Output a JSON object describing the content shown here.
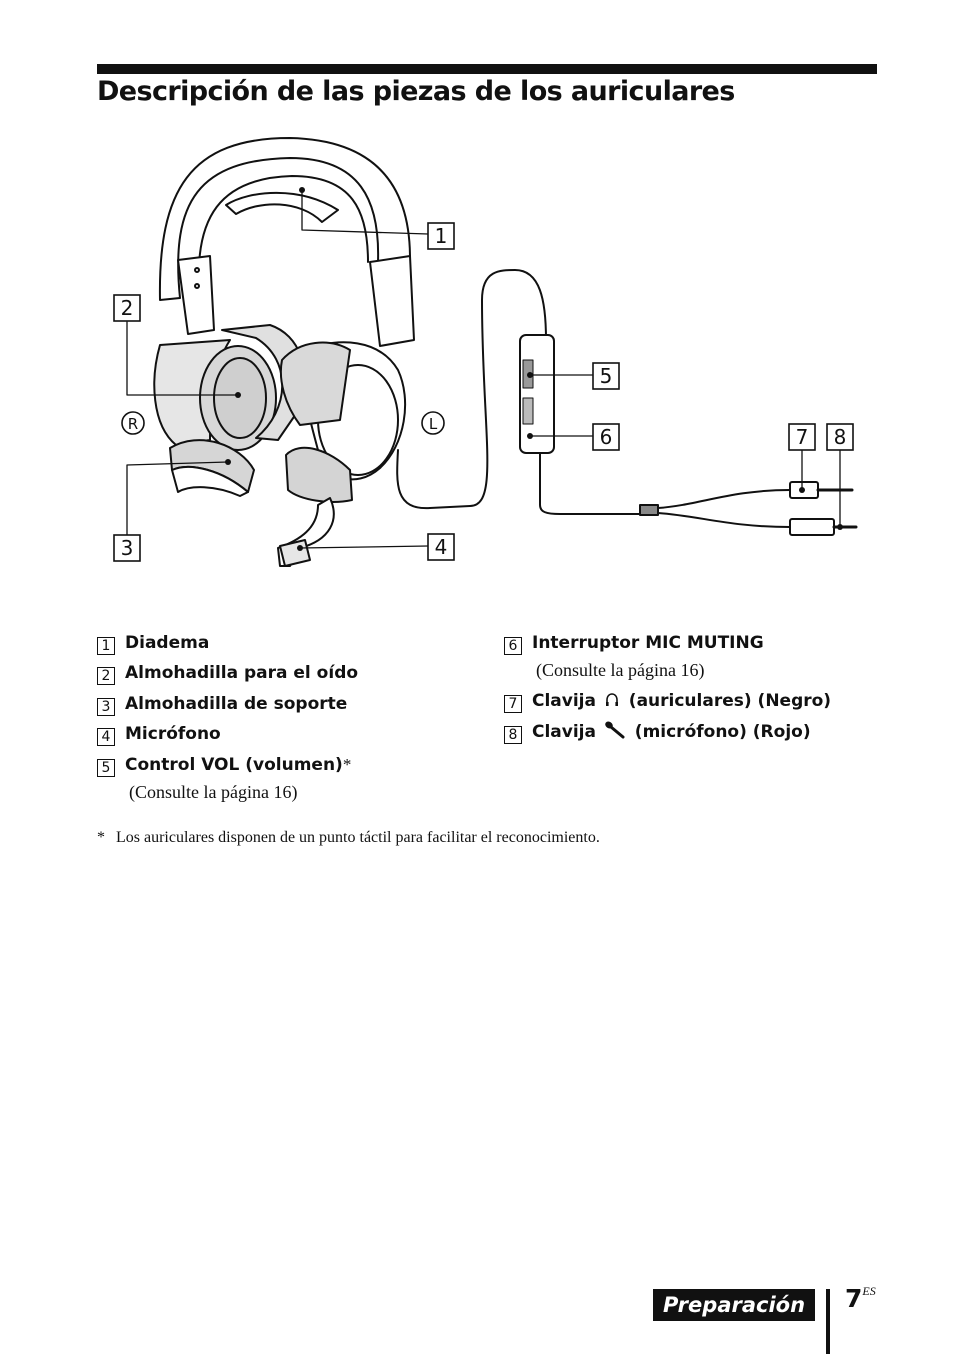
{
  "header": {
    "title": "Descripción de las piezas de los auriculares"
  },
  "figure": {
    "callouts": [
      "1",
      "2",
      "3",
      "4",
      "5",
      "6",
      "7",
      "8"
    ],
    "side_right": "R",
    "side_left": "L"
  },
  "parts": {
    "items": [
      {
        "num": "1",
        "label": "Diadema"
      },
      {
        "num": "2",
        "label": "Almohadilla para el oído"
      },
      {
        "num": "3",
        "label": "Almohadilla de soporte"
      },
      {
        "num": "4",
        "label": "Micrófono"
      },
      {
        "num": "5",
        "label": "Control VOL (volumen)",
        "mark": "*",
        "note": "(Consulte la página 16)"
      },
      {
        "num": "6",
        "label": "Interruptor MIC MUTING",
        "note": "(Consulte la página 16)"
      },
      {
        "num": "7",
        "label_before": "Clavija",
        "icon": "headphones-icon",
        "label_after": "(auriculares) (Negro)"
      },
      {
        "num": "8",
        "label_before": "Clavija",
        "icon": "microphone-icon",
        "label_after": "(micrófono) (Rojo)"
      }
    ]
  },
  "footnote": {
    "mark": "*",
    "text": "Los auriculares disponen de un punto táctil para facilitar el reconocimiento."
  },
  "footer": {
    "section": "Preparación",
    "page_number": "7",
    "page_suffix": "ES"
  }
}
